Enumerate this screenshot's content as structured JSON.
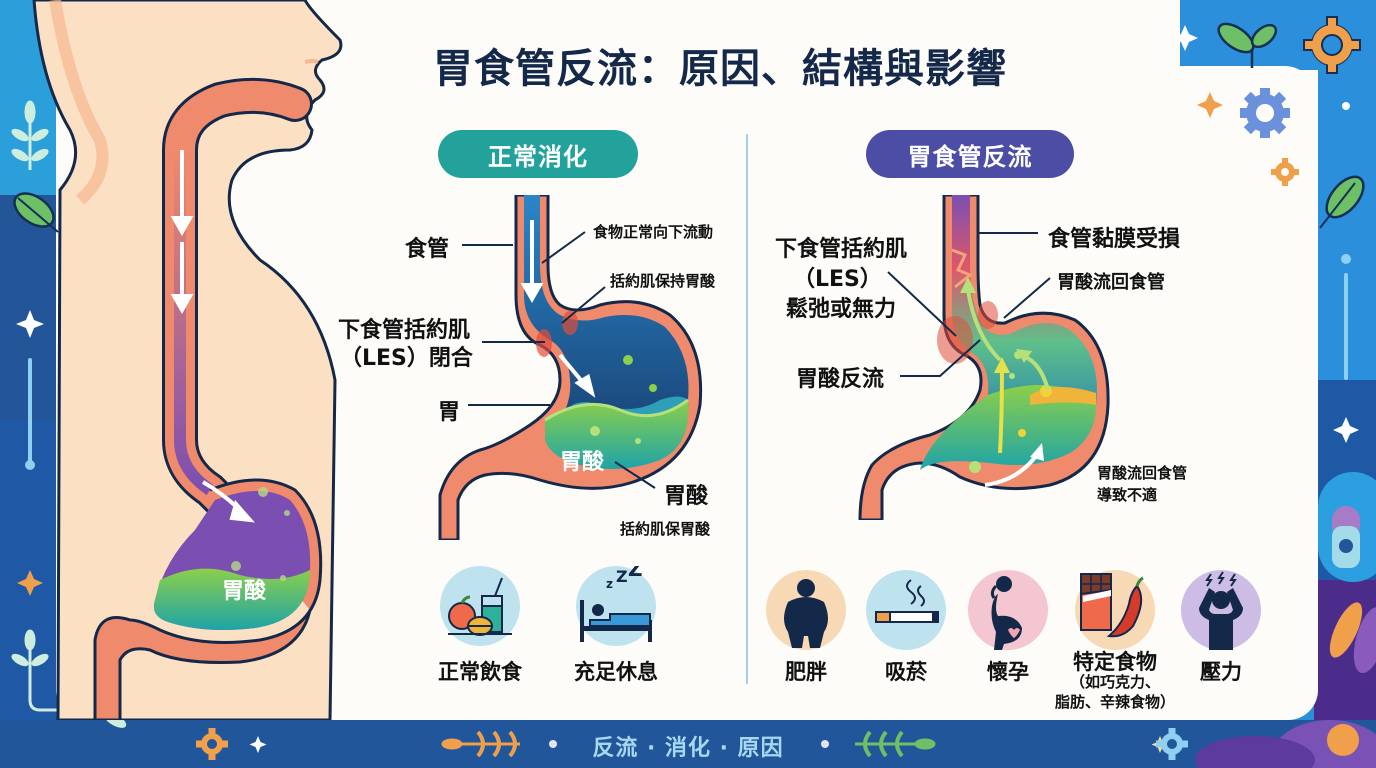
{
  "title": "胃食管反流：原因、結構與影響",
  "sections": {
    "normal": {
      "label": "正常消化",
      "color": "#23a29c",
      "annotations": {
        "esophagus": "食管",
        "food_flow": "食物正常向下流動",
        "sphincter_holds": "括約肌保持胃酸",
        "les_line1": "下食管括約肌",
        "les_line2": "（LES）閉合",
        "stomach": "胃",
        "acid_inside": "胃酸",
        "acid_label": "胃酸",
        "sphincter_note": "括約肌保胃酸"
      },
      "icons": [
        {
          "name": "healthy-diet-icon",
          "label": "正常飲食",
          "bg": "#bfe3ee"
        },
        {
          "name": "sleep-icon",
          "label": "充足休息",
          "bg": "#bfe3ee"
        }
      ]
    },
    "reflux": {
      "label": "胃食管反流",
      "color": "#4c4ea5",
      "annotations": {
        "les_line1": "下食管括約肌",
        "les_line2": "（LES）",
        "les_line3": "鬆弛或無力",
        "mucosa_damage": "食管黏膜受損",
        "acid_back": "胃酸流回食管",
        "acid_reflux": "胃酸反流",
        "discomfort_line1": "胃酸流回食管",
        "discomfort_line2": "導致不適"
      },
      "icons": [
        {
          "name": "obesity-icon",
          "label": "肥胖",
          "bg": "#f8d9b6"
        },
        {
          "name": "smoking-icon",
          "label": "吸菸",
          "bg": "#bfe3ee"
        },
        {
          "name": "pregnancy-icon",
          "label": "懷孕",
          "bg": "#f4c6cf"
        },
        {
          "name": "trigger-food-icon",
          "label": "特定食物",
          "sub1": "（如巧克力、",
          "sub2": "脂肪、辛辣食物）",
          "bg": "#f8d9b6"
        },
        {
          "name": "stress-icon",
          "label": "壓力",
          "bg": "#cdbde4"
        }
      ]
    }
  },
  "side_diagram": {
    "acid_label": "胃酸"
  },
  "footer": {
    "text": "反流 · 消化 · 原因"
  },
  "colors": {
    "navy": "#14284a",
    "teal": "#23a29c",
    "indigo": "#4c4ea5",
    "tissue": "#ef8a6c",
    "skin": "#fbe0c4",
    "acid_green": "#7ec850",
    "frame_blue": "#2c8fdb",
    "frame_dark": "#22569b"
  }
}
